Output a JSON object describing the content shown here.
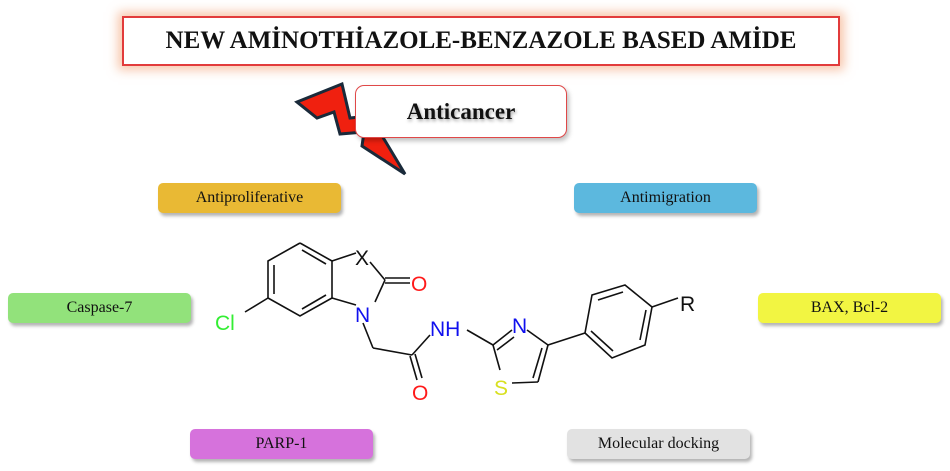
{
  "title": "NEW AMİNOTHİAZOLE-BENZAZOLE BASED AMİDE",
  "activity": "Anticancer",
  "tags": {
    "antiproliferative": {
      "label": "Antiproliferative",
      "color": "#e9b934"
    },
    "antimigration": {
      "label": "Antimigration",
      "color": "#5cb8de"
    },
    "caspase": {
      "label": "Caspase-7",
      "color": "#92e27b"
    },
    "bax": {
      "label": "BAX, Bcl-2",
      "color": "#f2f542"
    },
    "parp": {
      "label": "PARP-1",
      "color": "#d672dc"
    },
    "docking": {
      "label": "Molecular docking",
      "color": "#e2e2e2"
    }
  },
  "molecule": {
    "atoms": {
      "x": "X",
      "o1": "O",
      "n1": "N",
      "cl": "Cl",
      "nh": "NH",
      "o2": "O",
      "n2": "N",
      "s": "S",
      "r": "R"
    }
  },
  "colors": {
    "title_border": "#e23b3b",
    "bolt": "#f0200f"
  }
}
